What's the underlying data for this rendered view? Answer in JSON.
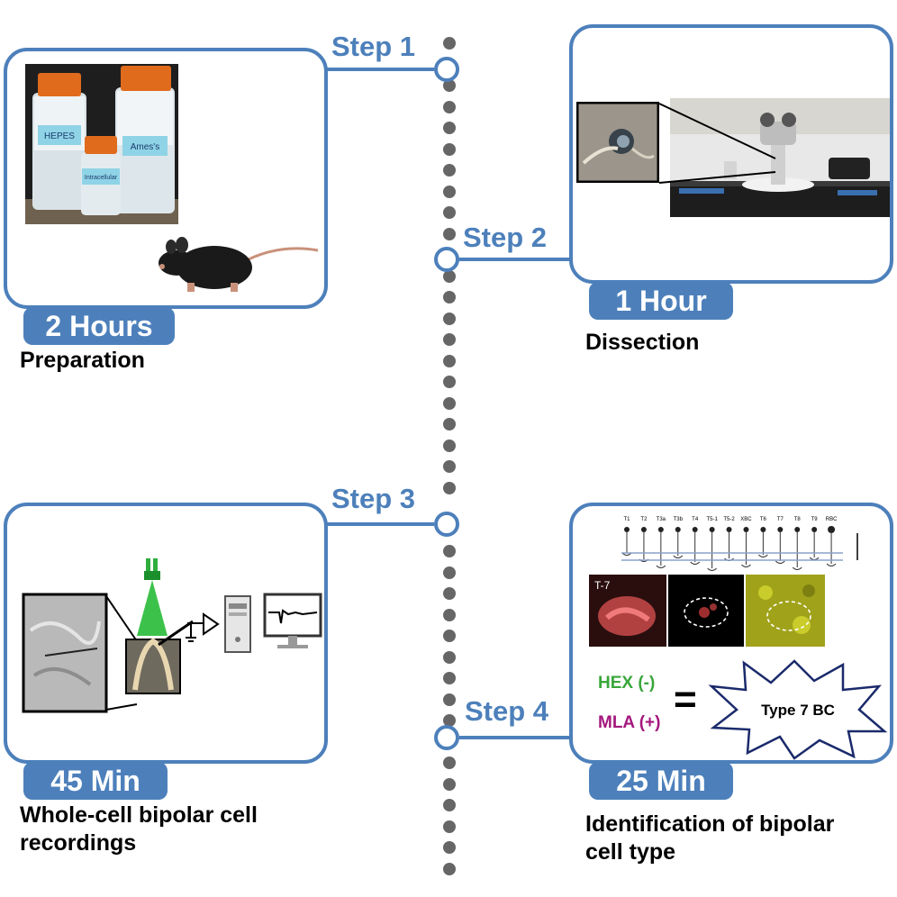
{
  "steps": [
    {
      "label": "Step 1",
      "duration": "2 Hours",
      "caption": "Preparation",
      "bottle_labels": [
        "HEPES",
        "Ames's",
        "Intracellular"
      ]
    },
    {
      "label": "Step 2",
      "duration": "1 Hour",
      "caption": "Dissection"
    },
    {
      "label": "Step 3",
      "duration": "45 Min",
      "caption_lines": [
        "Whole-cell bipolar cell",
        "recordings"
      ]
    },
    {
      "label": "Step 4",
      "duration": "25 Min",
      "caption_lines": [
        "Identification of bipolar",
        "cell type"
      ],
      "cell_types": [
        "T1",
        "T2",
        "T3a",
        "T3b",
        "T4",
        "T5-1",
        "T5-2",
        "XBC",
        "T6",
        "T7",
        "T8",
        "T9",
        "RBC"
      ],
      "image_label": "T-7",
      "hex_text": "HEX (-)",
      "mla_text": "MLA (+)",
      "equals": "=",
      "result": "Type 7 BC"
    }
  ],
  "colors": {
    "accent": "#4d80bb",
    "dots": "#666666",
    "hex": "#3aa63a",
    "mla": "#a4177e"
  }
}
